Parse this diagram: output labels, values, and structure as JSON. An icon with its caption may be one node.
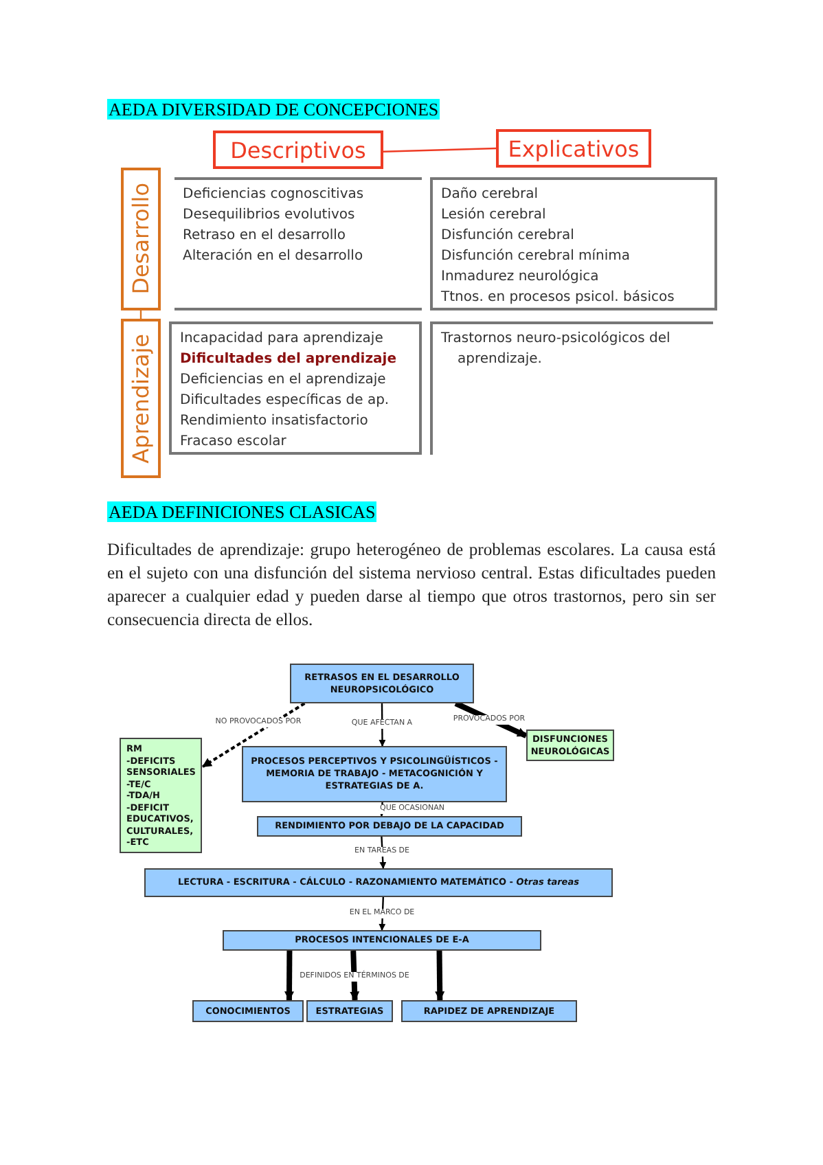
{
  "diagram": {
    "title": "AEDA DIVERSIDAD DE CONCEPCIONES",
    "nodes": [
      {
        "text": [
          "Descriptivos"
        ]
      },
      {
        "text": [
          "Explicativos"
        ]
      },
      {
        "text": [
          "Desarrollo"
        ]
      },
      {
        "text": [
          "Aprendizaje"
        ]
      },
      {
        "text": [
          "Deficiencias cognoscitivas",
          "Desequilibrios evolutivos",
          "Retraso en el desarrollo",
          "Alteración en el desarrollo"
        ]
      },
      {
        "text": [
          "Daño cerebral",
          "Lesión cerebral",
          "Disfunción cerebral",
          "Disfunción cerebral mínima",
          "Inmadurez neurológica",
          "Ttnos. en procesos psicol. básicos"
        ]
      },
      {
        "text": [
          "Incapacidad para aprendizaje",
          "Dificultades del aprendizaje",
          "Deficiencias en el aprendizaje",
          "Dificultades específicas de ap.",
          "Rendimiento insatisfactorio",
          "Fracaso escolar"
        ]
      },
      {
        "text": [
          "Trastornos neuro-psicológicos del aprendizaje."
        ]
      },
      {
        "text": [
          "RETRASOS EN EL DESARROLLO NEUROPSICOLÓGICO"
        ]
      },
      {
        "text": [
          "RM",
          "-DEFICITS SENSORIALES",
          "-TE/C",
          "-TDA/H",
          "-DEFICIT EDUCATIVOS, CULTURALES,",
          "-ETC"
        ]
      },
      {
        "text": [
          "PROCESOS PERCEPTIVOS Y PSICOLINGÜÍSTICOS - MEMORIA DE TRABAJO - METACOGNICIÓN Y ESTRATEGIAS DE A."
        ]
      },
      {
        "text": [
          "DISFUNCIONES NEUROLÓGICAS"
        ]
      },
      {
        "text": [
          "RENDIMIENTO POR DEBAJO DE LA CAPACIDAD"
        ]
      },
      {
        "text": [
          "LECTURA - ESCRITURA - CÁLCULO - RAZONAMIENTO MATEMÁTICO - *Otras tareas*"
        ]
      },
      {
        "text": [
          "PROCESOS INTENCIONALES DE E-A"
        ]
      },
      {
        "text": [
          "CONOCIMIENTOS"
        ]
      },
      {
        "text": [
          "ESTRATEGIAS"
        ]
      },
      {
        "text": [
          "RAPIDEZ DE APRENDIZAJE"
        ]
      }
    ],
    "edges": [
      {
        "from": 0,
        "to": 1,
        "arrow": "none",
        "color": "#ee3b24"
      },
      {
        "from": 2,
        "to": 3,
        "arrow": "none",
        "color": "#d9731f"
      },
      {
        "from": 8,
        "to": 9,
        "arrow": "to",
        "label": "NO PROVOCADOS POR",
        "style": "dashed"
      },
      {
        "from": 8,
        "to": 10,
        "arrow": "to",
        "label": "QUE AFECTAN A"
      },
      {
        "from": 8,
        "to": 11,
        "arrow": "to",
        "label": "PROVOCADOS POR",
        "style": "thick"
      },
      {
        "from": 10,
        "to": 12,
        "arrow": "to",
        "label": "QUE OCASIONAN"
      },
      {
        "from": 12,
        "to": 13,
        "arrow": "to",
        "label": "EN TAREAS DE"
      },
      {
        "from": 13,
        "to": 14,
        "arrow": "to",
        "label": "EN EL MARCO DE"
      },
      {
        "from": 14,
        "to": 15,
        "arrow": "to",
        "style": "thick"
      },
      {
        "from": 14,
        "to": 16,
        "arrow": "to",
        "label": "DEFINIDOS EN TÉRMINOS DE",
        "style": "thick"
      },
      {
        "from": 14,
        "to": 17,
        "arrow": "to",
        "style": "thick"
      }
    ],
    "labels": [
      "AEDA DEFINICIONES CLASICAS",
      "Dificultades de aprendizaje: grupo heterogéneo de problemas escolares. La causa está en el sujeto con una disfunción del sistema nervioso central. Estas dificultades pueden aparecer a cualquier edad y pueden darse al tiempo que otros trastornos, pero sin ser consecuencia directa de ellos."
    ]
  }
}
